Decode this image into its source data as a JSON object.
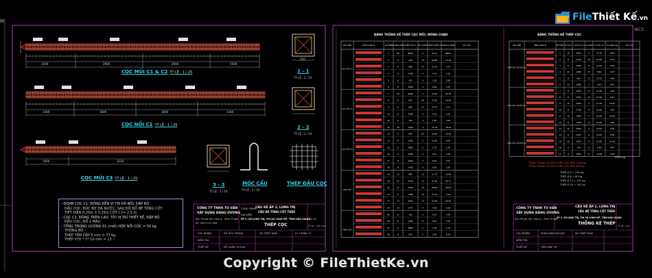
{
  "viewport": {
    "wcs_label": "WCS"
  },
  "logo": {
    "part1": "File",
    "part2": "Thiết Kế",
    "suffix": ".vn"
  },
  "watermark": {
    "text": "Copyright © FileThietKe.vn"
  },
  "drawings": {
    "pile_c1c2": {
      "title": "CỌC MŨI C1 & C2",
      "scale": "TỶ LỆ : 1 / 25"
    },
    "pile_joint": {
      "title": "CỌC NỐI C1",
      "scale": "TỶ LỆ : 1 / 25"
    },
    "pile_c3": {
      "title": "CỌC MŨI C3",
      "scale": "TỶ LỆ : 1 / 25"
    },
    "section_11": {
      "title": "1 - 1",
      "scale": "TỶ LỆ : 1 / 10"
    },
    "section_22": {
      "title": "2 - 2",
      "scale": "TỶ LỆ : 1 / 10"
    },
    "section_33": {
      "title": "3 - 3",
      "scale": "TỶ LỆ : 1 / 10"
    },
    "hook": {
      "title": "MÓC CẨU",
      "scale": "TỶ LỆ : 1 / 10"
    },
    "pile_head": {
      "title": "THÉP ĐẦU CỌC",
      "scale": ""
    }
  },
  "dims": {
    "d1500": "1500",
    "d2900": "2900",
    "d2900b": "2900",
    "d1500b": "1500",
    "d1400": "1400",
    "d1800": "1800",
    "d1800b": "1800",
    "d1400b": "1400",
    "d1600": "1600",
    "d3550": "3550",
    "d250": "250"
  },
  "notes": {
    "lines": [
      "- ĐOẠN CỌC C1: ĐÓNG ĐẾN VỊ TRÍ ĐÃ NỐI, ĐẬP BỎ",
      "ĐẦU CỌC, ĐÚC BỊT ĐÁ NƯỚC, SAU ĐÓ ĐỔ BÊ TÔNG CỐT",
      "TIẾT DIỆN 0.25m X 0.25m CỐT C1= 2.5 m",
      "- CỌC C2: ĐÓNG TRÊN CAO, TỚI VỊ TRÍ THIẾT KẾ, ĐẬP BỎ",
      "ĐẦU CỌC, ĐỔ 1 MÀU",
      "- TỔNG TRỌNG LƯỢNG 01 (một) HỘP NỐI CỌC = 50 kg",
      "THÔNG BỐ",
      "THÉP TẤM DÀY 5 mm = 37 kg",
      "THÉP V70 * 7* 10 mm = 13 --"
    ]
  },
  "title_block_1": {
    "company": "CÔNG TY TNHH TƯ VẤN",
    "company2": "XÂY DỰNG ĐĂNG DƯƠNG",
    "address": "Đ/c: Phước Mỹ, Hoà Lý - Bình Thuận",
    "phone": "ĐT: 0903 123 456",
    "project_label": "CÔNG TRÌNH",
    "project": "CẦU KÊ ẤP 2, LUNG TRỊ",
    "project2": "CẦU BÊ TÔNG CỐT THÉP",
    "location_label": "ĐỊA ĐIỂM",
    "location": "ẤP 2, XÃ LUNG TRỊ, THỊ XÃ LONG MỸ, TỈNH HẬU GIANG",
    "drawing_title": "THÉP CỌC",
    "sheet_label": "TỜ SỐ",
    "sheet": "TỶ LỆ : 1/25 1/10",
    "chief": "CHỦ NHIỆM",
    "check": "KIỂM TRA",
    "design": "THIẾT KẾ",
    "name1": "ĐỖ HỮU TRUNG",
    "name2": "ĐỖ XUÂN TƯỜNG",
    "name3": "NG THIỆT NAM",
    "date": "01 THÁNG 12"
  },
  "title_block_2": {
    "company": "CÔNG TY TNHH TƯ VẤN",
    "company2": "XÂY DỰNG ĐĂNG DƯƠNG",
    "address": "Đ/c: Phước Mỹ, Hoà Lý - Bình Thuận",
    "project": "CẦU KÊ ẤP 2, LUNG TRỊ",
    "project2": "CẦU BÊ TÔNG CỐT THÉP",
    "location": "ẤP 2, XÃ LUNG TRỊ, THỊ XÃ LONG MỸ, TỈNH HẬU GIANG",
    "drawing_title": "THỐNG KÊ THÉP",
    "sheet": "TỶ LỆ : 1/25",
    "chief": "CHỦ NHIỆM",
    "check": "KIỂM TRA",
    "design": "THIẾT KẾ",
    "name1": "PHAN NHỊN DƯƠNG",
    "name2": "TIỀN VĂN TRÍ",
    "name3": "NG THIỆT NAM"
  },
  "table_left": {
    "title": "BẢNG THỐNG KÊ THÉP CỌC MŨI, MÓNG CHẶN",
    "headers": [
      "CẤU KIỆN",
      "HÌNH DẠNG KÍCH THƯỚC",
      "SỐ HIỆU",
      "ĐƯỜNG KÍNH (mm)",
      "CHIỀU DÀI (mm)",
      "SỐ LƯỢNG",
      "TỔNG CHIỀU DÀI (m)",
      "TRỌNG LƯỢNG (kg)",
      "GHI CHÚ"
    ],
    "groups": [
      "CỌC MŨI C1",
      "CỌC NỐI C1",
      "CỌC MŨI C3",
      "HỘP NỐI",
      "THÉP CHỜ"
    ],
    "rows": [
      [
        "1",
        "20",
        "8930",
        "4",
        "35.72",
        "88.04"
      ],
      [
        "2",
        "6",
        "940",
        "74",
        "69.56",
        "15.44"
      ],
      [
        "3",
        "6",
        "880",
        "27",
        "23.76",
        "5.27"
      ],
      [
        "4",
        "6",
        "1180",
        "4",
        "4.72",
        "1.05"
      ],
      [
        "5",
        "6",
        "320",
        "4",
        "1.28",
        "0.28"
      ],
      [
        "6",
        "8",
        "1600",
        "4",
        "6.40",
        "2.53"
      ],
      [
        "7",
        "20",
        "9260",
        "4",
        "37.04",
        "91.30"
      ],
      [
        "8",
        "6",
        "940",
        "80",
        "75.20",
        "16.69"
      ],
      [
        "9",
        "6",
        "880",
        "27",
        "23.76",
        "5.27"
      ],
      [
        "10",
        "6",
        "1180",
        "4",
        "4.72",
        "1.05"
      ],
      [
        "11",
        "6",
        "320",
        "4",
        "1.28",
        "0.28"
      ],
      [
        "12",
        "20",
        "7940",
        "4",
        "31.76",
        "78.29"
      ],
      [
        "13",
        "6",
        "940",
        "62",
        "58.28",
        "12.94"
      ],
      [
        "14",
        "6",
        "2780",
        "5",
        "13.90",
        "3.09"
      ],
      [
        "15",
        "6",
        "2880",
        "2",
        "5.76",
        "1.28"
      ],
      [
        "16",
        "6",
        "1180",
        "4",
        "4.72",
        "1.05"
      ],
      [
        "17",
        "8",
        "1600",
        "4",
        "6.40",
        "2.53"
      ],
      [
        "18",
        "8",
        "1450",
        "4",
        "5.80",
        "2.29"
      ],
      [
        "19",
        "12",
        "980",
        "12",
        "11.76",
        "10.44"
      ],
      [
        "20",
        "12",
        "4290",
        "12",
        "51.48",
        "45.71"
      ],
      [
        "21",
        "12",
        "2350",
        "12",
        "28.20",
        "25.04"
      ],
      [
        "22",
        "6",
        "1180",
        "12",
        "14.16",
        "3.14"
      ],
      [
        "23",
        "12",
        "1830",
        "12",
        "21.96",
        "19.50"
      ],
      [
        "24",
        "12",
        "1770",
        "4",
        "7.08",
        "6.29"
      ],
      [
        "25",
        "6",
        "330",
        "4",
        "1.32",
        "0.29"
      ],
      [
        "26",
        "6",
        "1180",
        "8",
        "9.44",
        "2.10"
      ],
      [
        "27",
        "6",
        "3890",
        "2",
        "7.78",
        "1.73"
      ],
      [
        "28",
        "6",
        "970",
        "2",
        "1.94",
        "0.43"
      ]
    ]
  },
  "table_right": {
    "title": "BẢNG THỐNG KÊ THÉP CỌC",
    "headers": [
      "CẤU KIỆN",
      "HÌNH DẠNG KÍCH THƯỚC",
      "SỐ HIỆU",
      "Ø (mm)",
      "C.DÀI (mm)",
      "S.LƯỢNG",
      "T.C.DÀI (m)",
      "T.LƯỢNG (kg)",
      "GHI CHÚ"
    ],
    "groups": [
      "DẦM CỌC (ĐƠN VỊ 1)",
      "DẦM CỌC (ĐƠN VỊ 2)",
      "DẦM CỌC (ĐƠN VỊ 3)"
    ],
    "rows": [
      [
        "1",
        "12",
        "2560",
        "4",
        "10.24",
        "9.09"
      ],
      [
        "2",
        "8",
        "1120",
        "14",
        "15.68",
        "6.19"
      ],
      [
        "3",
        "6",
        "1450",
        "8",
        "11.60",
        "2.58"
      ],
      [
        "4",
        "12",
        "1080",
        "8",
        "8.64",
        "7.67"
      ],
      [
        "5",
        "8",
        "860",
        "12",
        "10.32",
        "4.08"
      ],
      [
        "6",
        "12",
        "2380",
        "4",
        "9.52",
        "8.45"
      ],
      [
        "7",
        "6",
        "1450",
        "8",
        "11.60",
        "2.58"
      ],
      [
        "8",
        "8",
        "1450",
        "12",
        "17.40",
        "6.87"
      ],
      [
        "9",
        "12",
        "4290",
        "4",
        "17.16",
        "15.24"
      ],
      [
        "10",
        "6",
        "3700",
        "4",
        "14.80",
        "3.29"
      ],
      [
        "11",
        "12",
        "2900",
        "4",
        "11.60",
        "10.30"
      ],
      [
        "12",
        "8",
        "1450",
        "8",
        "11.60",
        "4.58"
      ],
      [
        "13",
        "12",
        "2560",
        "4",
        "10.24",
        "9.09"
      ],
      [
        "14",
        "8",
        "1450",
        "8",
        "11.60",
        "4.58"
      ],
      [
        "15",
        "12",
        "1450",
        "8",
        "11.60",
        "10.30"
      ],
      [
        "16",
        "6",
        "330",
        "6",
        "1.98",
        "0.44"
      ],
      [
        "17",
        "8",
        "1450",
        "8",
        "11.60",
        "4.58"
      ]
    ],
    "summary_red": [
      "TỔNG TRỌNG LƯỢNG THÉP CỌC MŨI: 1256 kg",
      "TỔNG TRỌNG LƯỢNG THÉP CỌC NỐI: 842 kg"
    ],
    "summary": [
      "THÉP Ø 6 = 290 kg",
      "THÉP Ø 8 = 80 kg",
      "THÉP Ø 12 = 231 kg",
      "THÉP Ø 20 = 181 kg"
    ],
    "summary_right": "TỔNG kg"
  }
}
